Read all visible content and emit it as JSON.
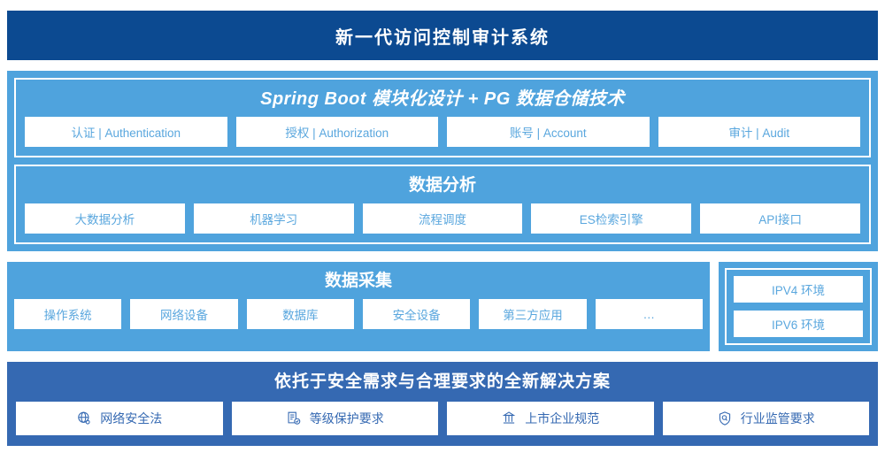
{
  "header": {
    "title": "新一代访问控制审计系统",
    "background_color": "#0c4a91"
  },
  "colors": {
    "panel_blue": "#4fa3dd",
    "bottom_blue": "#3569b2",
    "chip_text_blue": "#5aa7de",
    "white": "#ffffff"
  },
  "sections": {
    "platform": {
      "title": "Spring Boot 模块化设计 + PG 数据仓储技术",
      "chips": [
        {
          "label": "认证 | Authentication"
        },
        {
          "label": "授权 | Authorization"
        },
        {
          "label": "账号 | Account"
        },
        {
          "label": "审计 | Audit"
        }
      ]
    },
    "analysis": {
      "title": "数据分析",
      "chips": [
        {
          "label": "大数据分析"
        },
        {
          "label": "机器学习"
        },
        {
          "label": "流程调度"
        },
        {
          "label": "ES检索引擎"
        },
        {
          "label": "API接口"
        }
      ]
    },
    "collection": {
      "title": "数据采集",
      "chips": [
        {
          "label": "操作系统"
        },
        {
          "label": "网络设备"
        },
        {
          "label": "数据库"
        },
        {
          "label": "安全设备"
        },
        {
          "label": "第三方应用"
        },
        {
          "label": "…"
        }
      ],
      "environments": [
        {
          "label": "IPV4 环境"
        },
        {
          "label": "IPV6 环境"
        }
      ]
    },
    "compliance": {
      "title": "依托于安全需求与合理要求的全新解决方案",
      "chips": [
        {
          "label": "网络安全法",
          "icon": "globe-icon"
        },
        {
          "label": "等级保护要求",
          "icon": "document-check-icon"
        },
        {
          "label": "上市企业规范",
          "icon": "bank-building-icon"
        },
        {
          "label": "行业监管要求",
          "icon": "shield-search-icon"
        }
      ]
    }
  }
}
